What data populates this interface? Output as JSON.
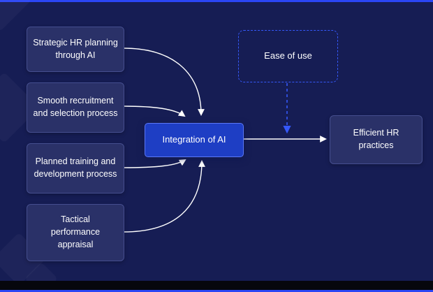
{
  "diagram": {
    "inputs": [
      {
        "label": "Strategic HR planning through AI"
      },
      {
        "label": "Smooth recruitment and selection process"
      },
      {
        "label": "Planned training and development process"
      },
      {
        "label": "Tactical performance appraisal"
      }
    ],
    "center": {
      "label": "Integration of AI"
    },
    "moderator": {
      "label": "Ease of use"
    },
    "outcome": {
      "label": "Efficient HR practices"
    },
    "edges": [
      {
        "from": "Strategic HR planning through AI",
        "to": "Integration of AI",
        "style": "solid"
      },
      {
        "from": "Smooth recruitment and selection process",
        "to": "Integration of AI",
        "style": "solid"
      },
      {
        "from": "Planned training and development process",
        "to": "Integration of AI",
        "style": "solid"
      },
      {
        "from": "Tactical performance appraisal",
        "to": "Integration of AI",
        "style": "solid"
      },
      {
        "from": "Integration of AI",
        "to": "Efficient HR practices",
        "style": "solid"
      },
      {
        "from": "Ease of use",
        "to": "arrow: Integration of AI to Efficient HR practices",
        "style": "dashed"
      }
    ],
    "colors": {
      "background": "#161d54",
      "node_fill": "#2a3168",
      "node_border": "#454e8f",
      "center_fill": "#1e3ec4",
      "center_border": "#5b78f5",
      "dashed_accent": "#3558f9",
      "arrow": "#ffffff",
      "text": "#ffffff",
      "top_line": "#2b46f5",
      "bottom_bar": "#06070d"
    }
  }
}
